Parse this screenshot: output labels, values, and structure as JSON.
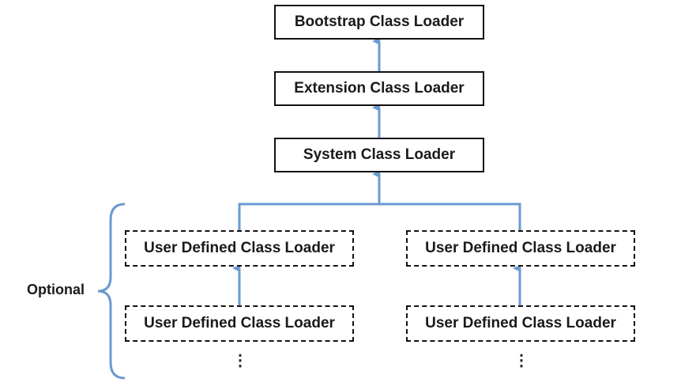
{
  "diagram": {
    "nodes": {
      "bootstrap": "Bootstrap Class Loader",
      "extension": "Extension Class Loader",
      "system": "System Class Loader",
      "user_defined_left_1": "User Defined Class Loader",
      "user_defined_right_1": "User Defined Class Loader",
      "user_defined_left_2": "User Defined Class Loader",
      "user_defined_right_2": "User Defined Class Loader"
    },
    "continuation_left": "⋮",
    "continuation_right": "⋮",
    "optional_label": "Optional",
    "colors": {
      "arrow": "#6a9ad1",
      "bracket": "#6a9ad1",
      "border": "#111111",
      "text": "#1a1a1a"
    }
  }
}
